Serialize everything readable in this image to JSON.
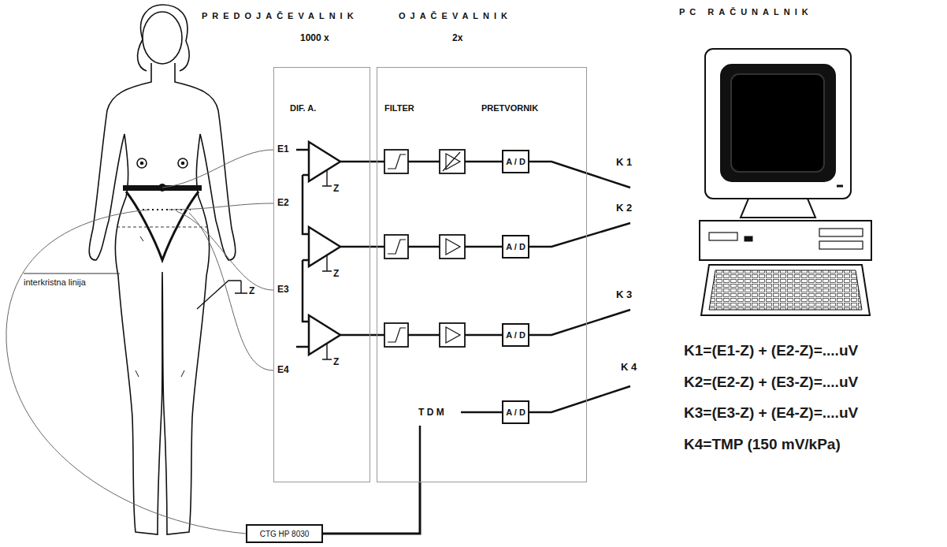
{
  "diagram": {
    "nodes": [
      {
        "text": [
          "PREDOJAČEVALNIK",
          "1000 x",
          "DIF. A."
        ]
      },
      {
        "text": [
          "OJAČEVALNIK",
          "2x",
          "FILTER",
          "PRETVORNIK",
          "T D M"
        ]
      },
      {
        "text": [
          "A / D"
        ],
        "in": 1
      },
      {
        "text": [
          "A / D"
        ],
        "in": 1
      },
      {
        "text": [
          "A / D"
        ],
        "in": 1
      },
      {
        "text": [
          "A / D"
        ],
        "in": 1
      },
      {
        "text": [
          "PC RAČUNALNIK"
        ]
      },
      {
        "text": [
          "CTG HP 8030"
        ]
      }
    ],
    "edges": [
      {
        "from": 7,
        "to": 1,
        "arrow": "none"
      }
    ],
    "labels": [
      "E1",
      "E2",
      "E3",
      "E4",
      "Z",
      "Z",
      "Z",
      "Z",
      "interkristna linija",
      "K 1",
      "K 2",
      "K 3",
      "K 4",
      "K1=(E1-Z) + (E2-Z)=....uV",
      "K2=(E2-Z) + (E3-Z)=....uV",
      "K3=(E3-Z) + (E4-Z)=....uV",
      "K4=TMP (150 mV/kPa)"
    ]
  }
}
